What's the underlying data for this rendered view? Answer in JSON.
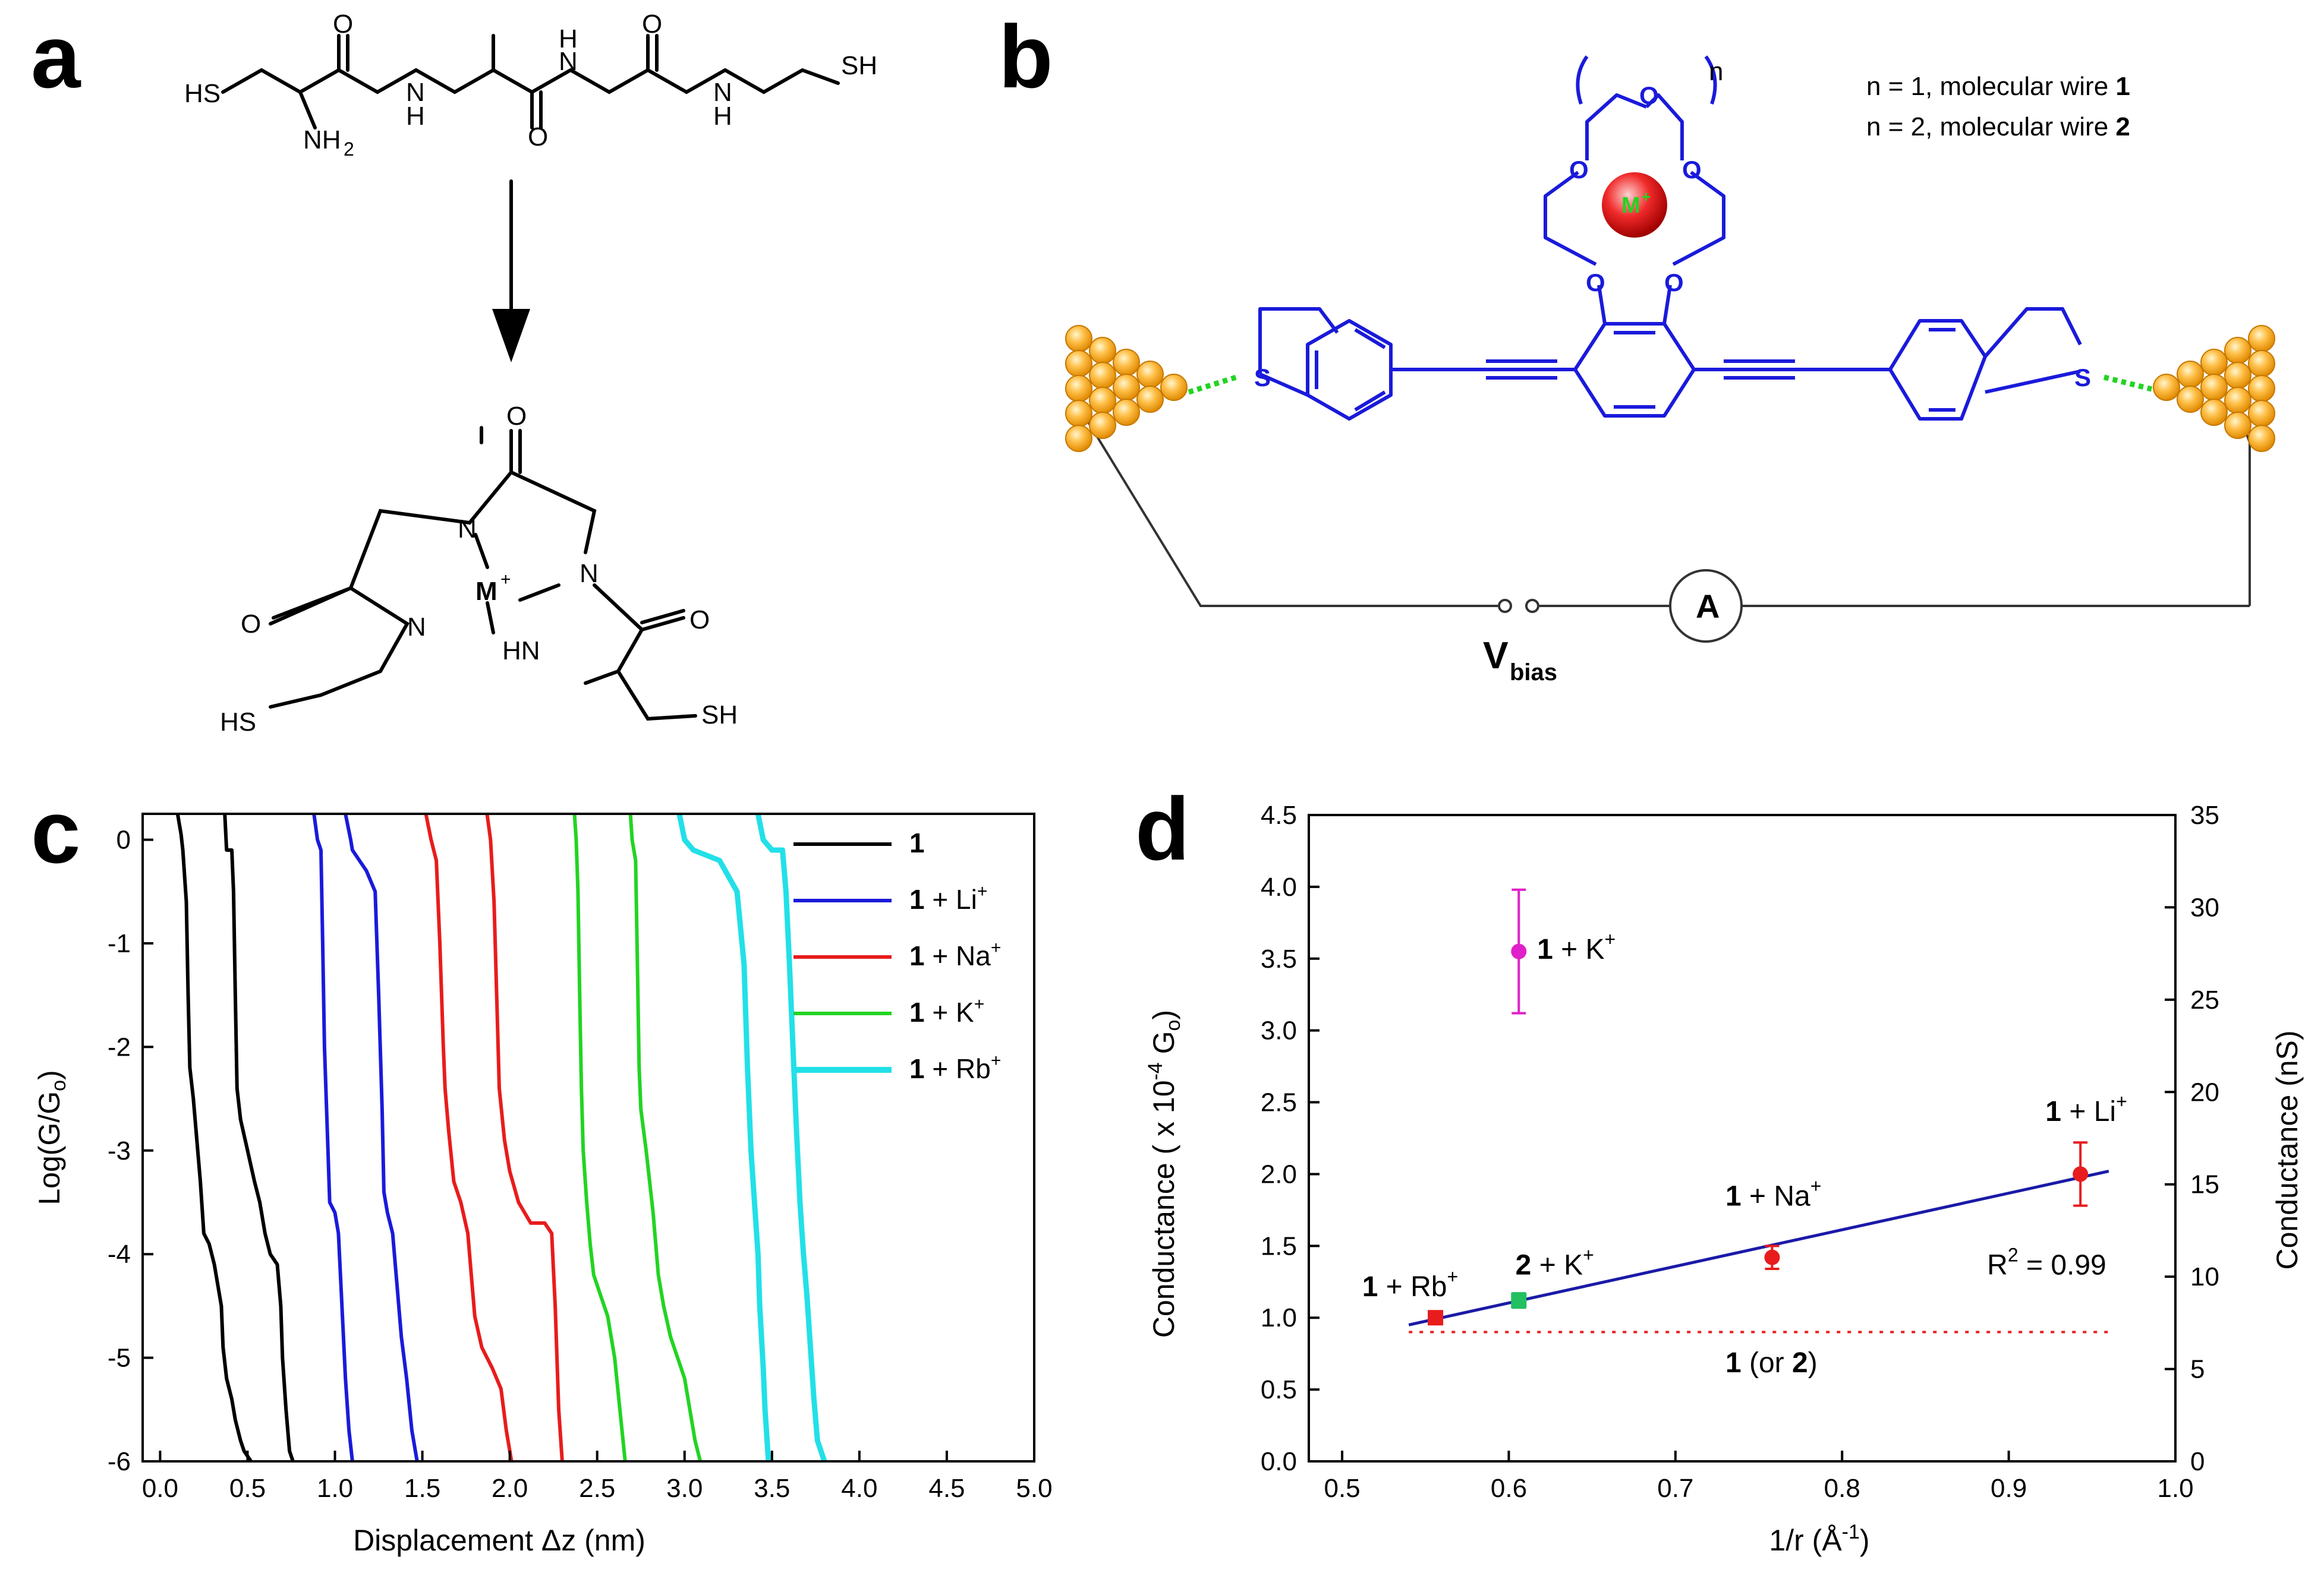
{
  "panels": {
    "a": {
      "letter": "a",
      "top_molecule": {
        "sh_left": "HS",
        "nh2": "NH",
        "nh2_sub": "2",
        "nh1": "N",
        "nh1_h": "H",
        "nh2b": "N",
        "nh2b_h": "H",
        "nh3": "N",
        "nh3_h": "H",
        "sh_right": "SH",
        "o1": "O",
        "o2": "O",
        "o3": "O"
      },
      "complex": {
        "o_top": "O",
        "n_top": "N",
        "n_right": "N",
        "metal": "M",
        "metal_sup": "+",
        "o_left": "O",
        "n_left": "N",
        "hn": "HN",
        "o_right": "O",
        "hs": "HS",
        "sh": "SH"
      }
    },
    "b": {
      "letter": "b",
      "legend_line1_prefix": "n = 1, molecular wire ",
      "legend_line1_bold": "1",
      "legend_line2_prefix": "n = 2, molecular wire ",
      "legend_line2_bold": "2",
      "n_label": "n",
      "o_label": "O",
      "s_label": "S",
      "metal": "M",
      "metal_sup": "+",
      "ammeter": "A",
      "vbias": "V",
      "vbias_sub": "bias"
    },
    "c": {
      "letter": "c",
      "legend": [
        {
          "bold": "1",
          "rest": "",
          "sup": "",
          "color": "#000000"
        },
        {
          "bold": "1",
          "rest": " + Li",
          "sup": "+",
          "color": "#1a1adb"
        },
        {
          "bold": "1",
          "rest": " + Na",
          "sup": "+",
          "color": "#e81c1c"
        },
        {
          "bold": "1",
          "rest": " + K",
          "sup": "+",
          "color": "#22d422"
        },
        {
          "bold": "1",
          "rest": " + Rb",
          "sup": "+",
          "color": "#22e0e8"
        }
      ]
    },
    "d": {
      "letter": "d",
      "annotations": {
        "k": {
          "bold": "1",
          "rest": " + K",
          "sup": "+"
        },
        "li": {
          "bold": "1",
          "rest": " + Li",
          "sup": "+"
        },
        "na": {
          "bold": "1",
          "rest": " + Na",
          "sup": "+"
        },
        "rb": {
          "bold": "1",
          "rest": " + Rb",
          "sup": "+"
        },
        "k2": {
          "bold": "2",
          "rest": " + K",
          "sup": "+"
        },
        "r2": "R",
        "r2_sup": "2",
        "r2_val": " = 0.99",
        "baseline_bold1": "1",
        "baseline_mid": " (or ",
        "baseline_bold2": "2",
        "baseline_end": ")"
      }
    }
  },
  "chart_data": [
    {
      "panel": "c",
      "type": "line",
      "xlabel": "Displacement Δz (nm)",
      "ylabel": "Log(G/G",
      "ylabel_sub": "o",
      "ylabel_end": ")",
      "xlim": [
        -0.1,
        5.0
      ],
      "ylim": [
        -6,
        0.25
      ],
      "xticks": [
        "0.0",
        "0.5",
        "1.0",
        "1.5",
        "2.0",
        "2.5",
        "3.0",
        "3.5",
        "4.0",
        "4.5",
        "5.0"
      ],
      "yticks": [
        "0",
        "-1",
        "-2",
        "-3",
        "-4",
        "-5",
        "-6"
      ],
      "series": [
        {
          "name": "1",
          "color": "#000000",
          "traces": [
            [
              [
                0.1,
                0.25
              ],
              [
                0.12,
                0.05
              ],
              [
                0.13,
                -0.1
              ],
              [
                0.15,
                -0.6
              ],
              [
                0.16,
                -1.5
              ],
              [
                0.17,
                -2.2
              ],
              [
                0.19,
                -2.5
              ],
              [
                0.21,
                -2.9
              ],
              [
                0.23,
                -3.3
              ],
              [
                0.25,
                -3.8
              ],
              [
                0.28,
                -3.9
              ],
              [
                0.31,
                -4.1
              ],
              [
                0.33,
                -4.3
              ],
              [
                0.35,
                -4.5
              ],
              [
                0.36,
                -4.9
              ],
              [
                0.38,
                -5.2
              ],
              [
                0.41,
                -5.4
              ],
              [
                0.43,
                -5.6
              ],
              [
                0.46,
                -5.8
              ],
              [
                0.48,
                -5.9
              ],
              [
                0.52,
                -6.0
              ]
            ],
            [
              [
                0.37,
                0.25
              ],
              [
                0.38,
                -0.1
              ],
              [
                0.41,
                -0.1
              ],
              [
                0.42,
                -0.5
              ],
              [
                0.43,
                -1.5
              ],
              [
                0.44,
                -2.4
              ],
              [
                0.46,
                -2.7
              ],
              [
                0.5,
                -3.0
              ],
              [
                0.54,
                -3.3
              ],
              [
                0.57,
                -3.5
              ],
              [
                0.6,
                -3.8
              ],
              [
                0.63,
                -4.0
              ],
              [
                0.67,
                -4.1
              ],
              [
                0.69,
                -4.5
              ],
              [
                0.7,
                -5.0
              ],
              [
                0.72,
                -5.5
              ],
              [
                0.74,
                -5.9
              ],
              [
                0.76,
                -6.0
              ]
            ]
          ]
        },
        {
          "name": "1 + Li+",
          "color": "#1a1adb",
          "traces": [
            [
              [
                0.88,
                0.25
              ],
              [
                0.9,
                0.0
              ],
              [
                0.92,
                -0.1
              ],
              [
                0.93,
                -1.0
              ],
              [
                0.94,
                -2.0
              ],
              [
                0.96,
                -3.0
              ],
              [
                0.97,
                -3.5
              ],
              [
                1.0,
                -3.6
              ],
              [
                1.02,
                -3.8
              ],
              [
                1.04,
                -4.5
              ],
              [
                1.06,
                -5.2
              ],
              [
                1.08,
                -5.7
              ],
              [
                1.1,
                -6.0
              ]
            ],
            [
              [
                1.06,
                0.25
              ],
              [
                1.09,
                0.0
              ],
              [
                1.1,
                -0.1
              ],
              [
                1.14,
                -0.2
              ],
              [
                1.18,
                -0.3
              ],
              [
                1.23,
                -0.5
              ],
              [
                1.25,
                -1.5
              ],
              [
                1.27,
                -2.6
              ],
              [
                1.28,
                -3.4
              ],
              [
                1.3,
                -3.6
              ],
              [
                1.33,
                -3.8
              ],
              [
                1.35,
                -4.2
              ],
              [
                1.38,
                -4.8
              ],
              [
                1.41,
                -5.2
              ],
              [
                1.44,
                -5.7
              ],
              [
                1.47,
                -6.0
              ]
            ]
          ]
        },
        {
          "name": "1 + Na+",
          "color": "#e81c1c",
          "traces": [
            [
              [
                1.52,
                0.25
              ],
              [
                1.55,
                0.0
              ],
              [
                1.58,
                -0.2
              ],
              [
                1.6,
                -1.0
              ],
              [
                1.62,
                -2.0
              ],
              [
                1.63,
                -2.4
              ],
              [
                1.65,
                -2.8
              ],
              [
                1.68,
                -3.3
              ],
              [
                1.72,
                -3.5
              ],
              [
                1.76,
                -3.8
              ],
              [
                1.78,
                -4.2
              ],
              [
                1.8,
                -4.6
              ],
              [
                1.84,
                -4.9
              ],
              [
                1.9,
                -5.1
              ],
              [
                1.95,
                -5.3
              ],
              [
                1.98,
                -5.7
              ],
              [
                2.01,
                -6.0
              ]
            ],
            [
              [
                1.87,
                0.25
              ],
              [
                1.89,
                0.0
              ],
              [
                1.91,
                -0.6
              ],
              [
                1.93,
                -1.8
              ],
              [
                1.94,
                -2.4
              ],
              [
                1.97,
                -2.9
              ],
              [
                2.0,
                -3.2
              ],
              [
                2.05,
                -3.5
              ],
              [
                2.12,
                -3.7
              ],
              [
                2.2,
                -3.7
              ],
              [
                2.24,
                -3.8
              ],
              [
                2.26,
                -4.5
              ],
              [
                2.28,
                -5.5
              ],
              [
                2.3,
                -6.0
              ]
            ]
          ]
        },
        {
          "name": "1 + K+",
          "color": "#22d422",
          "traces": [
            [
              [
                2.37,
                0.25
              ],
              [
                2.38,
                0.0
              ],
              [
                2.39,
                -0.5
              ],
              [
                2.4,
                -1.5
              ],
              [
                2.41,
                -2.4
              ],
              [
                2.42,
                -3.0
              ],
              [
                2.44,
                -3.5
              ],
              [
                2.46,
                -3.9
              ],
              [
                2.48,
                -4.2
              ],
              [
                2.52,
                -4.4
              ],
              [
                2.56,
                -4.6
              ],
              [
                2.6,
                -5.0
              ],
              [
                2.63,
                -5.5
              ],
              [
                2.66,
                -6.0
              ]
            ],
            [
              [
                2.69,
                0.25
              ],
              [
                2.7,
                0.0
              ],
              [
                2.72,
                -0.2
              ],
              [
                2.73,
                -1.2
              ],
              [
                2.74,
                -2.2
              ],
              [
                2.75,
                -2.6
              ],
              [
                2.78,
                -3.0
              ],
              [
                2.82,
                -3.6
              ],
              [
                2.85,
                -4.2
              ],
              [
                2.88,
                -4.5
              ],
              [
                2.92,
                -4.8
              ],
              [
                2.96,
                -5.0
              ],
              [
                3.0,
                -5.2
              ],
              [
                3.03,
                -5.5
              ],
              [
                3.06,
                -5.8
              ],
              [
                3.09,
                -6.0
              ]
            ]
          ]
        },
        {
          "name": "1 + Rb+",
          "color": "#22e0e8",
          "traces": [
            [
              [
                2.97,
                0.25
              ],
              [
                3.0,
                0.0
              ],
              [
                3.05,
                -0.1
              ],
              [
                3.2,
                -0.2
              ],
              [
                3.3,
                -0.5
              ],
              [
                3.34,
                -1.2
              ],
              [
                3.36,
                -2.2
              ],
              [
                3.38,
                -3.0
              ],
              [
                3.4,
                -3.5
              ],
              [
                3.42,
                -4.0
              ],
              [
                3.43,
                -4.5
              ],
              [
                3.45,
                -5.1
              ],
              [
                3.46,
                -5.5
              ],
              [
                3.48,
                -6.0
              ]
            ],
            [
              [
                3.42,
                0.25
              ],
              [
                3.45,
                0.0
              ],
              [
                3.5,
                -0.1
              ],
              [
                3.56,
                -0.1
              ],
              [
                3.58,
                -0.5
              ],
              [
                3.6,
                -1.2
              ],
              [
                3.62,
                -2.0
              ],
              [
                3.64,
                -2.8
              ],
              [
                3.66,
                -3.5
              ],
              [
                3.68,
                -4.0
              ],
              [
                3.7,
                -4.4
              ],
              [
                3.72,
                -4.9
              ],
              [
                3.74,
                -5.4
              ],
              [
                3.76,
                -5.8
              ],
              [
                3.8,
                -6.0
              ]
            ]
          ]
        }
      ]
    },
    {
      "panel": "d",
      "type": "scatter",
      "xlabel": "1/r (Å",
      "xlabel_sup": "-1",
      "xlabel_end": ")",
      "ylabel_left": "Conductance ( x 10",
      "ylabel_left_sup": "-4",
      "ylabel_left_mid": " G",
      "ylabel_left_sub": "o",
      "ylabel_left_end": ")",
      "ylabel_right": "Conductance (nS)",
      "xlim": [
        0.48,
        1.0
      ],
      "ylim": [
        0.0,
        4.5
      ],
      "ylim_right": [
        0,
        35
      ],
      "xticks": [
        "0.5",
        "0.6",
        "0.7",
        "0.8",
        "0.9",
        "1.0"
      ],
      "yticks": [
        "0.0",
        "0.5",
        "1.0",
        "1.5",
        "2.0",
        "2.5",
        "3.0",
        "3.5",
        "4.0",
        "4.5"
      ],
      "yticks_right": [
        "0",
        "5",
        "10",
        "15",
        "20",
        "25",
        "30",
        "35"
      ],
      "points": [
        {
          "x": 0.556,
          "y": 1.0,
          "err": 0.04,
          "color": "#e81c1c",
          "marker": "square",
          "label": "1 + Rb+"
        },
        {
          "x": 0.606,
          "y": 1.12,
          "err": 0.05,
          "color": "#22c060",
          "marker": "square",
          "label": "2 + K+"
        },
        {
          "x": 0.758,
          "y": 1.42,
          "err": 0.08,
          "color": "#e81c1c",
          "marker": "circle",
          "label": "1 + Na+"
        },
        {
          "x": 0.943,
          "y": 2.0,
          "err": 0.22,
          "color": "#e81c1c",
          "marker": "circle",
          "label": "1 + Li+"
        },
        {
          "x": 0.606,
          "y": 3.55,
          "err": 0.43,
          "color": "#e020c8",
          "marker": "circle",
          "label": "1 + K+"
        }
      ],
      "fit_line": {
        "x": [
          0.54,
          0.96
        ],
        "y": [
          0.95,
          2.02
        ],
        "color": "#1a1aa8",
        "r2": "0.99"
      },
      "baseline": {
        "x": [
          0.54,
          0.96
        ],
        "y": 0.9,
        "color": "#e81c1c",
        "style": "dotted"
      }
    }
  ]
}
